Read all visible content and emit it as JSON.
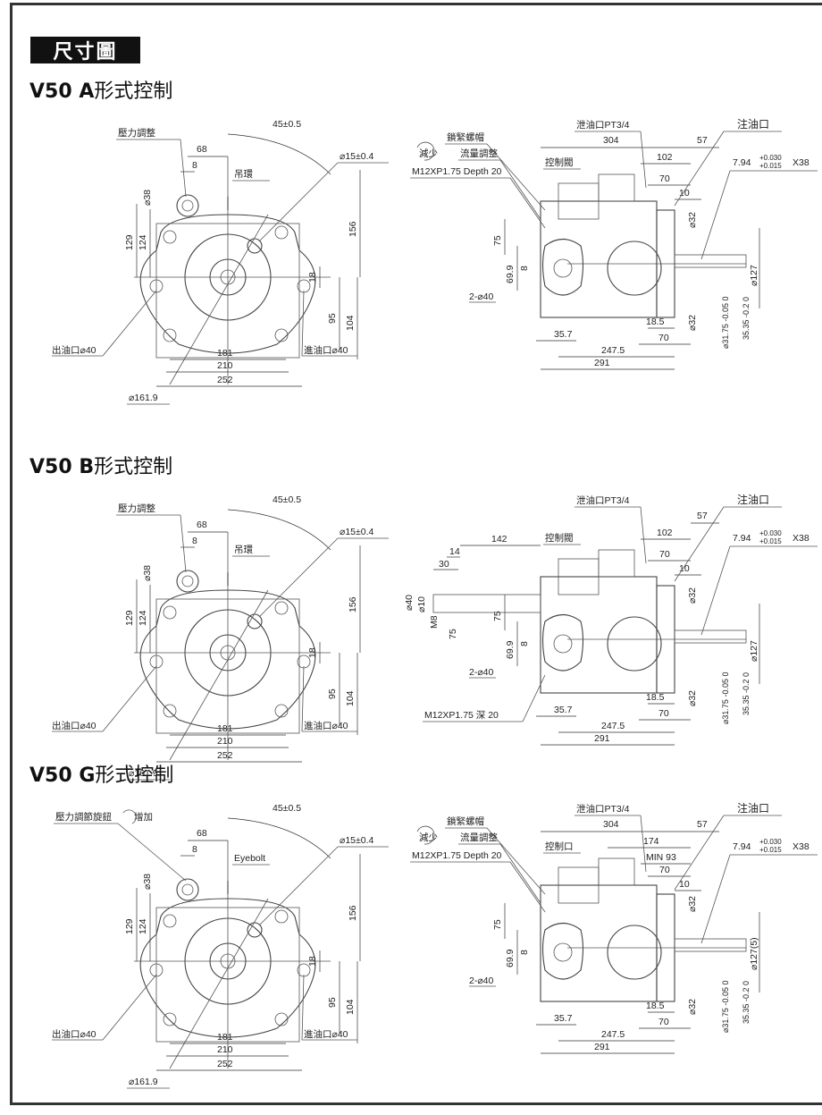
{
  "header": {
    "title": "尺寸圖"
  },
  "sections": [
    {
      "model": "V50 ",
      "type_letter": "A",
      "title_suffix": "形式控制",
      "front": {
        "pressure_adjust": "壓力調整",
        "lifting_ring": "吊環",
        "angle": "45±0.5",
        "hole_dia": "⌀15±0.4",
        "outlet": "出油口⌀40",
        "inlet": "進油口⌀40",
        "pilot_dia": "⌀161.9",
        "dims": {
          "d68": "68",
          "d8": "8",
          "d38": "⌀38",
          "d129": "129",
          "d124": "124",
          "d156": "156",
          "d18": "18",
          "d95": "95",
          "d104": "104",
          "d181": "181",
          "d210": "210",
          "d252": "252"
        }
      },
      "side": {
        "decrease": "減少",
        "lock_nut": "鎖緊螺帽",
        "flow_adjust": "流量調整",
        "control_valve": "控制閥",
        "thread": "M12XP1.75 Depth 20",
        "drain": "泄油口PT3/4",
        "fill": "注油口",
        "key": "7.94",
        "key_tol_upper": "+0.030",
        "key_tol_lower": "+0.015",
        "key_len": "X38",
        "port_holes": "2-⌀40",
        "dims": {
          "d304": "304",
          "d57": "57",
          "d102": "102",
          "d70": "70",
          "d10": "10",
          "d32a": "⌀32",
          "d32b": "⌀32",
          "d75": "75",
          "d69_9": "69.9",
          "d8": "8",
          "d127": "⌀127",
          "d35_7": "35.7",
          "d18_5": "18.5",
          "d70b": "70",
          "d247_5": "247.5",
          "d291": "291",
          "shaft": "⌀31.75 -0.05 0",
          "key_h": "35.35 -0.2 0"
        }
      }
    },
    {
      "model": "V50 ",
      "type_letter": "B",
      "title_suffix": "形式控制",
      "front": {
        "pressure_adjust": "壓力調整",
        "lifting_ring": "吊環",
        "angle": "45±0.5",
        "hole_dia": "⌀15±0.4",
        "outlet": "出油口⌀40",
        "inlet": "進油口⌀40",
        "pilot_dia": "⌀161.9",
        "dims": {
          "d68": "68",
          "d8": "8",
          "d38": "⌀38",
          "d129": "129",
          "d124": "124",
          "d156": "156",
          "d18": "18",
          "d95": "95",
          "d104": "104",
          "d181": "181",
          "d210": "210",
          "d252": "252"
        }
      },
      "side": {
        "control_valve": "控制閥",
        "thread": "M12XP1.75 深 20",
        "drain": "泄油口PT3/4",
        "fill": "注油口",
        "key": "7.94",
        "key_tol_upper": "+0.030",
        "key_tol_lower": "+0.015",
        "key_len": "X38",
        "port_holes": "2-⌀40",
        "dims": {
          "d142": "142",
          "d14": "14",
          "d30": "30",
          "d40": "⌀40",
          "d10s": "⌀10",
          "m8": "M8",
          "d75": "75",
          "d57": "57",
          "d102": "102",
          "d70": "70",
          "d10": "10",
          "d32a": "⌀32",
          "d32b": "⌀32",
          "d69_9": "69.9",
          "d8": "8",
          "d127": "⌀127",
          "d35_7": "35.7",
          "d18_5": "18.5",
          "d70b": "70",
          "d247_5": "247.5",
          "d291": "291",
          "shaft": "⌀31.75 -0.05 0",
          "key_h": "35.35 -0.2 0"
        }
      }
    },
    {
      "model": "V50 ",
      "type_letter": "G",
      "title_suffix": "形式控制",
      "front": {
        "pressure_adjust": "壓力調節旋鈕",
        "increase": "增加",
        "lifting_ring": "Eyebolt",
        "angle": "45±0.5",
        "hole_dia": "⌀15±0.4",
        "outlet": "出油口⌀40",
        "inlet": "進油口⌀40",
        "pilot_dia": "⌀161.9",
        "dims": {
          "d68": "68",
          "d8": "8",
          "d38": "⌀38",
          "d129": "129",
          "d124": "124",
          "d156": "156",
          "d18": "18",
          "d95": "95",
          "d104": "104",
          "d181": "181",
          "d210": "210",
          "d252": "252"
        }
      },
      "side": {
        "decrease": "減少",
        "lock_nut": "鎖緊螺帽",
        "flow_adjust": "流量調整",
        "control_valve": "控制口",
        "thread": "M12XP1.75 Depth 20",
        "drain": "泄油口PT3/4",
        "fill": "注油口",
        "key": "7.94",
        "key_tol_upper": "+0.030",
        "key_tol_lower": "+0.015",
        "key_len": "X38",
        "port_holes": "2-⌀40",
        "dims": {
          "d304": "304",
          "d57": "57",
          "d174": "174",
          "min93": "MIN 93",
          "d70": "70",
          "d10": "10",
          "d32a": "⌀32",
          "d32b": "⌀32",
          "d75": "75",
          "d69_9": "69.9",
          "d8": "8",
          "d127": "⌀127(5)",
          "d35_7": "35.7",
          "d18_5": "18.5",
          "d70b": "70",
          "d247_5": "247.5",
          "d291": "291",
          "shaft": "⌀31.75 -0.05 0",
          "key_h": "35.35 -0.2 0"
        }
      }
    }
  ]
}
